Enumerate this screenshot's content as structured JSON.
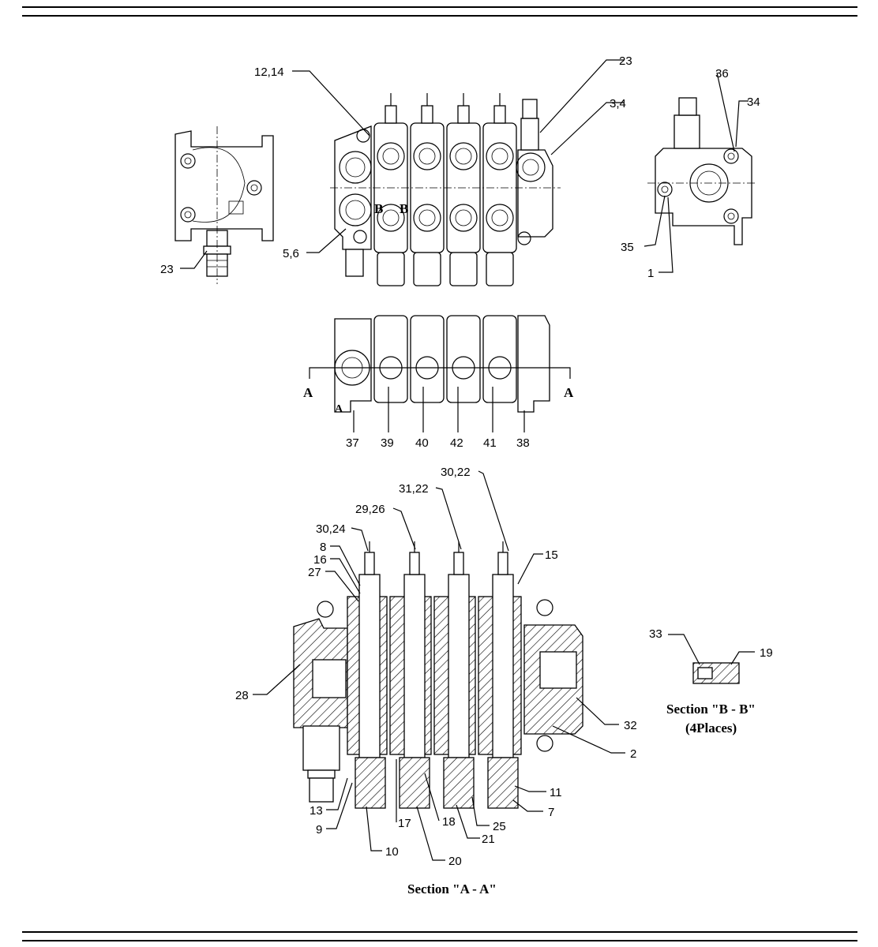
{
  "callouts": {
    "top": {
      "c1214": "12,14",
      "c23a": "23",
      "c34a": "3,4",
      "c56": "5,6",
      "c23b": "23",
      "c36": "36",
      "c34b": "34",
      "c35": "35",
      "c1": "1"
    },
    "middle": {
      "c37": "37",
      "c39": "39",
      "c40": "40",
      "c42": "42",
      "c41": "41",
      "c38": "38",
      "secA_left": "A",
      "secA_right": "A",
      "secA_mark": "A"
    },
    "bottom": {
      "c3022a": "30,22",
      "c3122": "31,22",
      "c2926": "29,26",
      "c3024": "30,24",
      "c8": "8",
      "c16": "16",
      "c27": "27",
      "c15": "15",
      "c28": "28",
      "c32": "32",
      "c2": "2",
      "c11": "11",
      "c7": "7",
      "c13": "13",
      "c9": "9",
      "c10": "10",
      "c17": "17",
      "c20": "20",
      "c18": "18",
      "c21": "21",
      "c25": "25",
      "c33": "33",
      "c19": "19"
    },
    "port_marks": {
      "b1": "B",
      "b2": "B"
    }
  },
  "captions": {
    "section_aa": "Section \"A - A\"",
    "section_bb": "Section \"B  - B\"",
    "section_bb_note": "(4Places)"
  }
}
